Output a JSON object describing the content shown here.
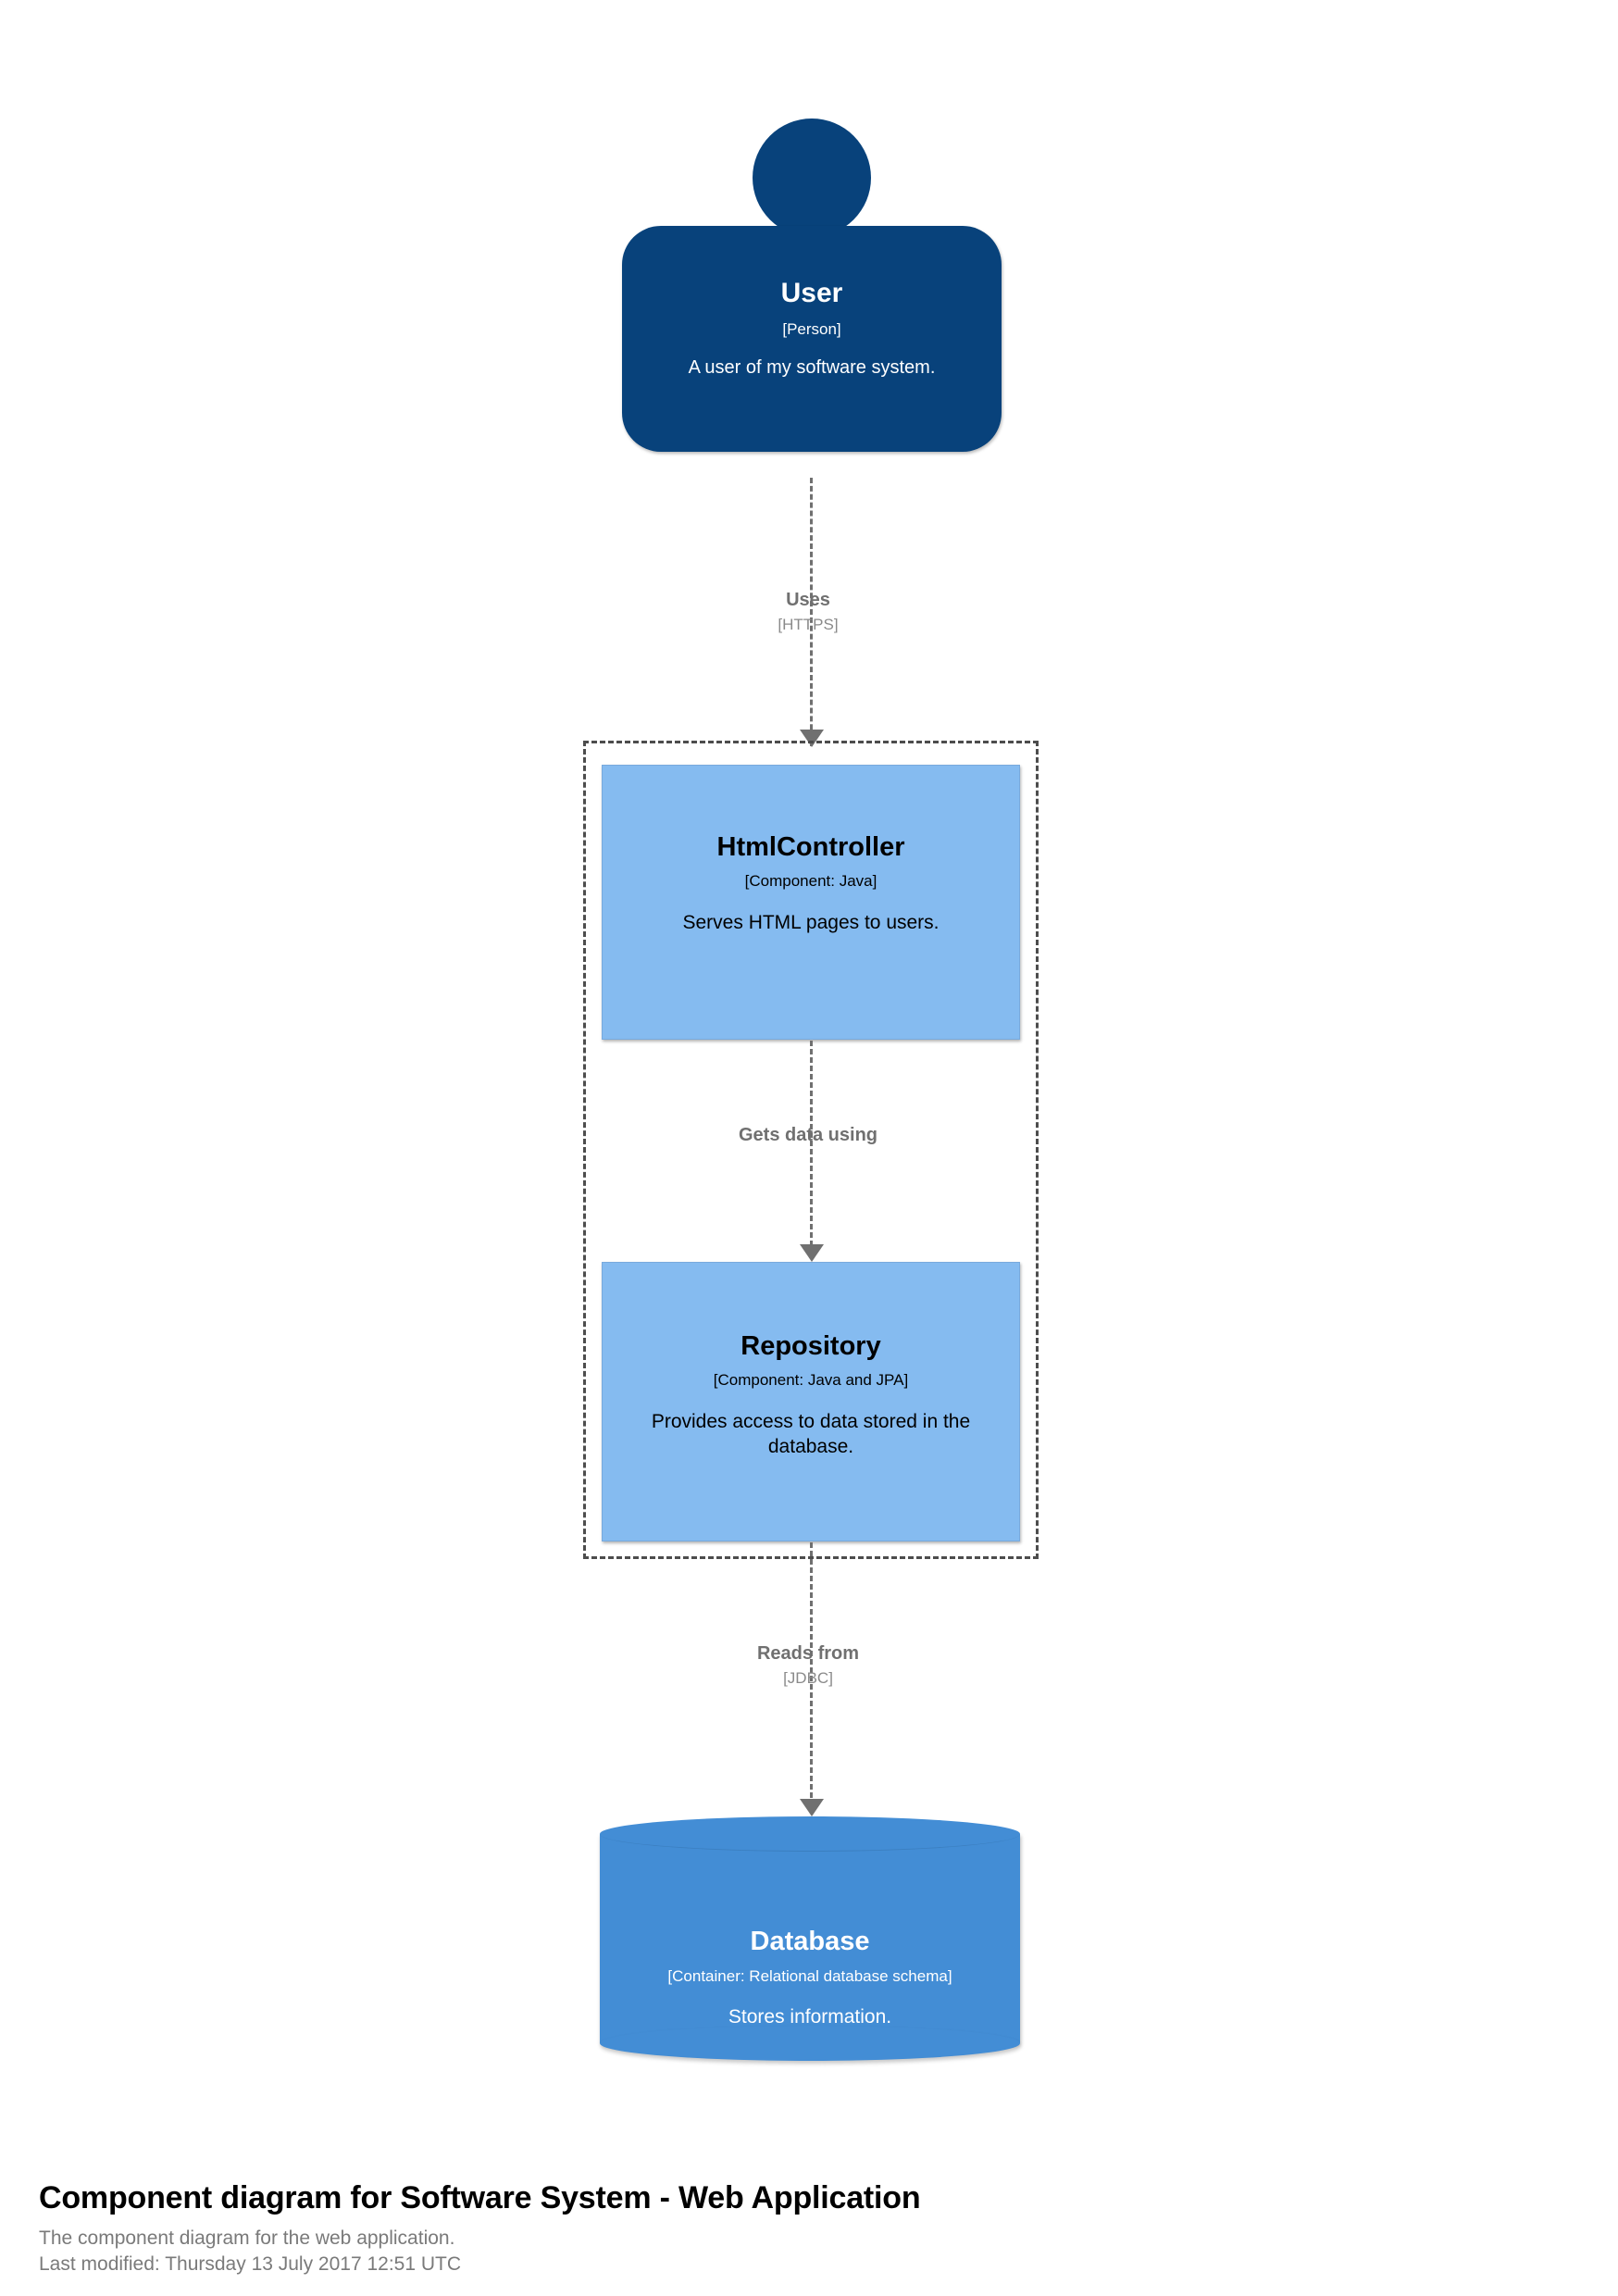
{
  "diagram": {
    "type": "c4-component-diagram",
    "colors": {
      "person": "#08427B",
      "component": "#85BBF0",
      "container_database": "#438DD5",
      "boundary": "#4D4D4D",
      "relationship": "#707070",
      "background": "#FFFFFF"
    },
    "elements": [
      {
        "id": "user",
        "shape": "person",
        "name": "User",
        "technology": "[Person]",
        "description": "A user of my software system."
      },
      {
        "id": "htmlcontroller",
        "shape": "box",
        "name": "HtmlController",
        "technology": "[Component: Java]",
        "description": "Serves HTML pages to users."
      },
      {
        "id": "repository",
        "shape": "box",
        "name": "Repository",
        "technology": "[Component: Java and JPA]",
        "description": "Provides access to data stored in the database."
      },
      {
        "id": "database",
        "shape": "cylinder",
        "name": "Database",
        "technology": "[Container: Relational database schema]",
        "description": "Stores information."
      }
    ],
    "relationships": [
      {
        "id": "uses",
        "source": "user",
        "destination": "htmlcontroller",
        "description": "Uses",
        "technology": "[HTTPS]"
      },
      {
        "id": "gets-data-using",
        "source": "htmlcontroller",
        "destination": "repository",
        "description": "Gets data using",
        "technology": ""
      },
      {
        "id": "reads-from",
        "source": "repository",
        "destination": "database",
        "description": "Reads from",
        "technology": "[JDBC]"
      }
    ],
    "boundary": {
      "style": "dashed"
    }
  },
  "caption": {
    "title": "Component diagram for Software System - Web Application",
    "description": "The component diagram for the web application.",
    "last_modified": "Last modified: Thursday 13 July 2017 12:51 UTC"
  }
}
